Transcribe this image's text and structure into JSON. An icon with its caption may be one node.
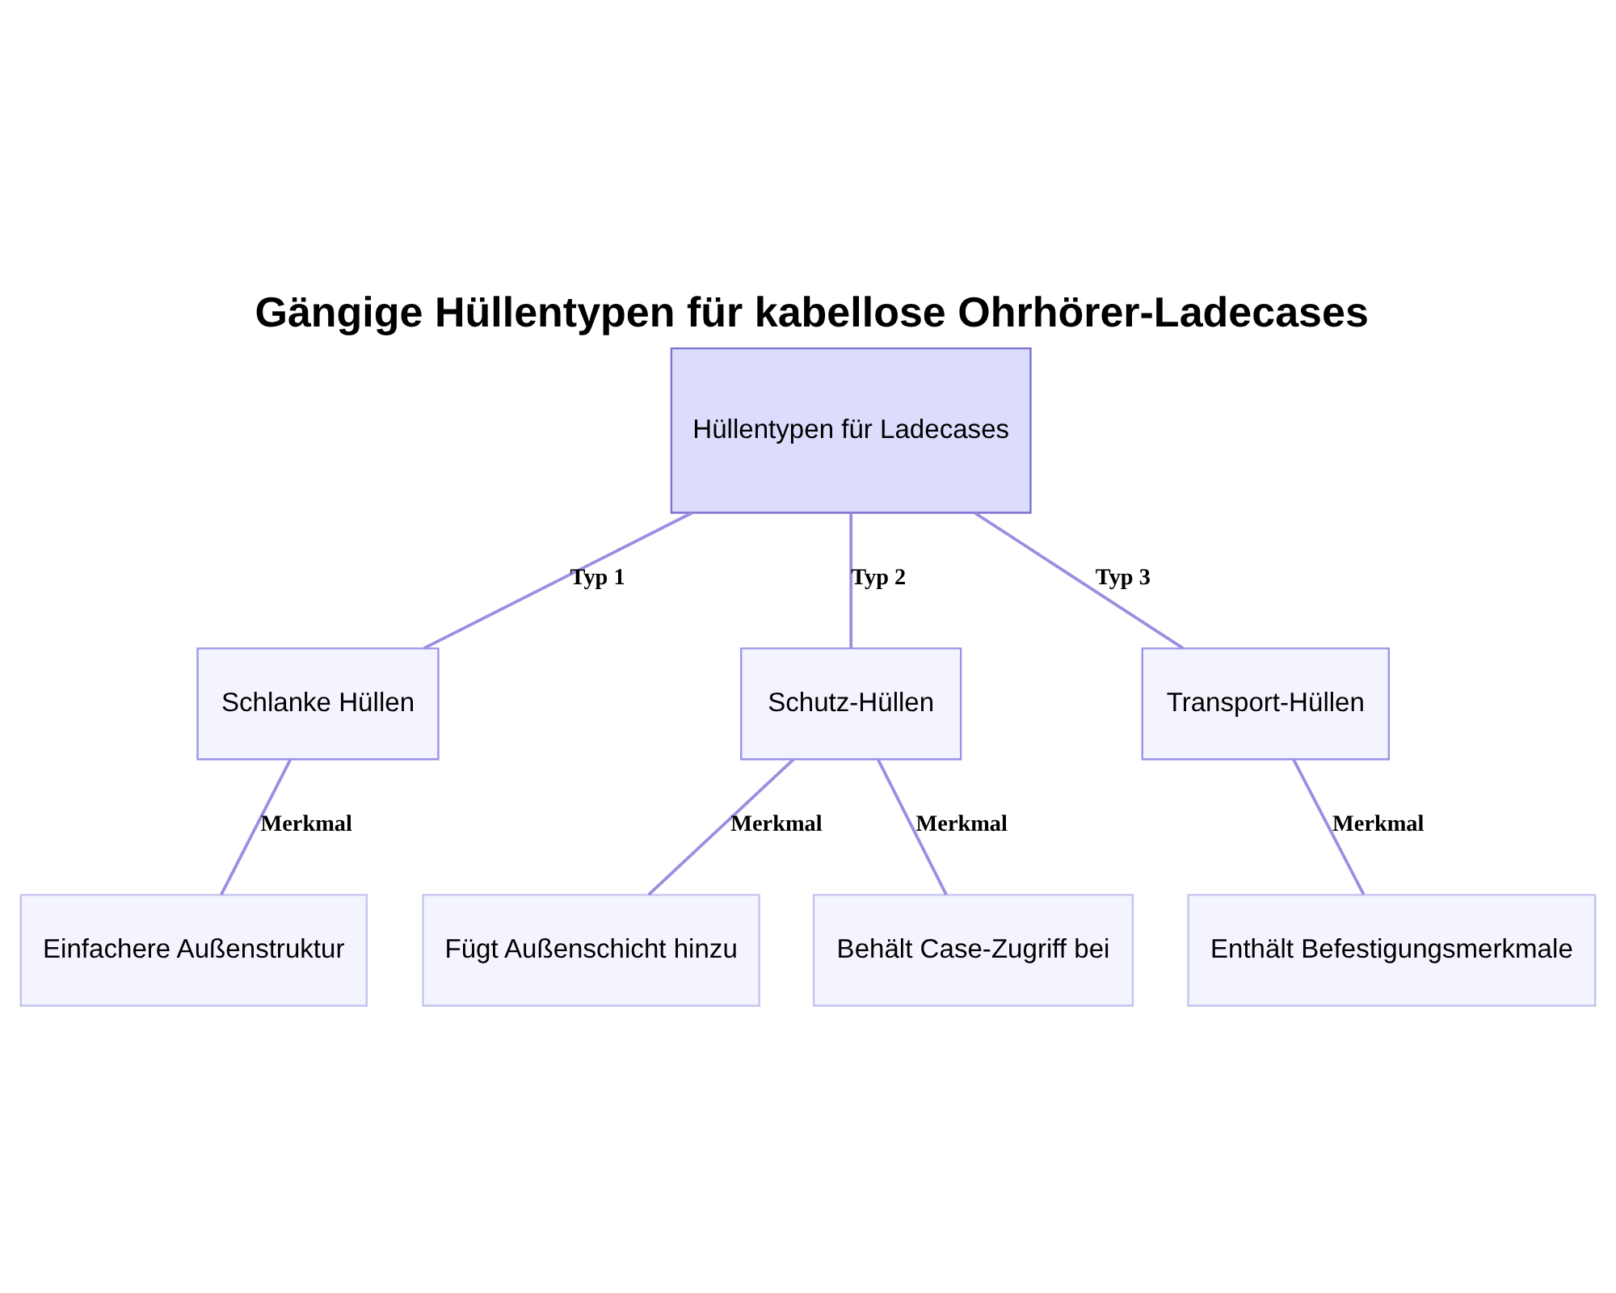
{
  "diagram": {
    "title": "Gängige Hüllentypen für kabellose Ohrhörer-Ladecases",
    "nodes": [
      {
        "text": [
          "Hüllentypen für Ladecases"
        ]
      },
      {
        "text": [
          "Schlanke Hüllen"
        ]
      },
      {
        "text": [
          "Schutz-Hüllen"
        ]
      },
      {
        "text": [
          "Transport-Hüllen"
        ]
      },
      {
        "text": [
          "Einfachere Außenstruktur"
        ]
      },
      {
        "text": [
          "Fügt Außenschicht hinzu"
        ]
      },
      {
        "text": [
          "Behält Case-Zugriff bei"
        ]
      },
      {
        "text": [
          "Enthält Befestigungsmerkmale"
        ]
      }
    ],
    "edges": [
      {
        "from": 0,
        "to": 1,
        "arrow": "none",
        "label": "Typ 1"
      },
      {
        "from": 0,
        "to": 2,
        "arrow": "none",
        "label": "Typ 2"
      },
      {
        "from": 0,
        "to": 3,
        "arrow": "none",
        "label": "Typ 3"
      },
      {
        "from": 1,
        "to": 4,
        "arrow": "none",
        "label": "Merkmal"
      },
      {
        "from": 2,
        "to": 5,
        "arrow": "none",
        "label": "Merkmal"
      },
      {
        "from": 2,
        "to": 6,
        "arrow": "none",
        "label": "Merkmal"
      },
      {
        "from": 3,
        "to": 7,
        "arrow": "none",
        "label": "Merkmal"
      }
    ]
  }
}
